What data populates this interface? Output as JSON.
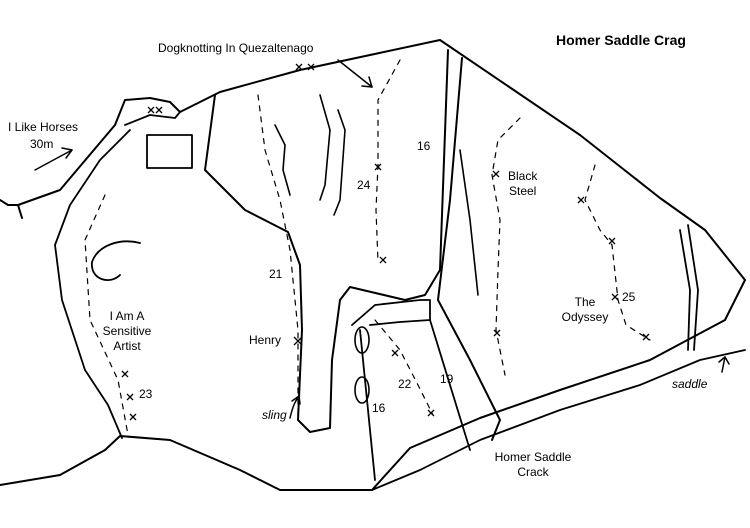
{
  "title": "Homer Saddle Crag",
  "routes": {
    "dogknotting": "Dogknotting In Quezaltenago",
    "horses": "I Like Horses",
    "horses_len": "30m",
    "black_steel_1": "Black",
    "black_steel_2": "Steel",
    "sensitive_1": "I Am A",
    "sensitive_2": "Sensitive",
    "sensitive_3": "Artist",
    "henry": "Henry",
    "odyssey_1": "The",
    "odyssey_2": "Odyssey",
    "crack_1": "Homer Saddle",
    "crack_2": "Crack"
  },
  "grades": {
    "g16_top": "16",
    "g24": "24",
    "g21": "21",
    "g25": "25",
    "g23": "23",
    "g22": "22",
    "g19": "19",
    "g16_low": "16"
  },
  "notes": {
    "sling": "sling",
    "saddle": "saddle"
  }
}
